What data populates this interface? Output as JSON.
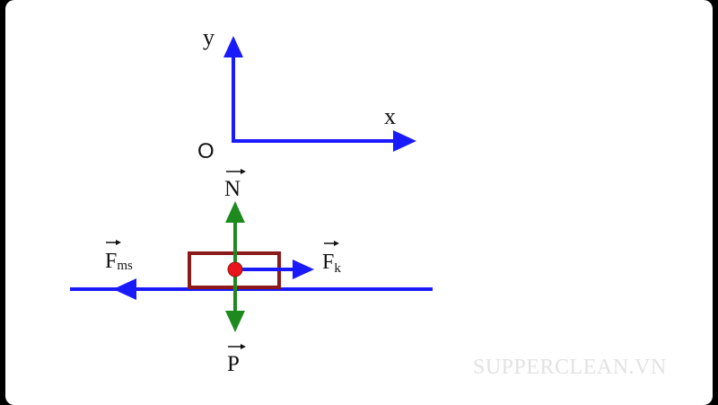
{
  "colors": {
    "axis": "#1a1aff",
    "ground": "#1a1aff",
    "force_vertical": "#1e8a1e",
    "force_horizontal": "#1a1aff",
    "block": "#8b1a1a",
    "center": "#e8141a",
    "text": "#111111",
    "watermark": "#e2e2e2"
  },
  "axes": {
    "x_label": "x",
    "y_label": "y",
    "origin_label": "O"
  },
  "forces": {
    "normal": {
      "base": "N",
      "sub": ""
    },
    "weight": {
      "base": "P",
      "sub": ""
    },
    "pull": {
      "base": "F",
      "sub": "k"
    },
    "friction": {
      "base": "F",
      "sub": "ms"
    }
  },
  "watermark": "SUPPERCLEAN.VN"
}
